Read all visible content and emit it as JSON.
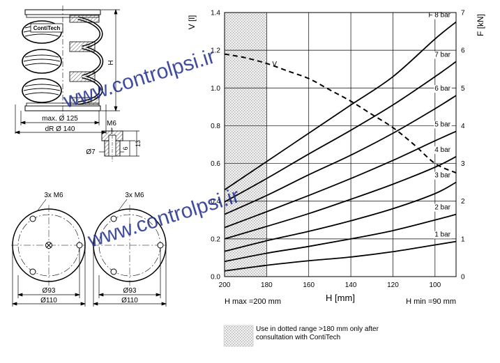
{
  "watermark": "www.controlpsi.ir",
  "drawing": {
    "brand": "ContiTech",
    "height_label": "H",
    "dim_max_label": "max. Ø 125",
    "dim_dr_label": "dR Ø 140",
    "thread_label": "M6",
    "pin_dia_label": "Ø7",
    "dim_small_6": "6",
    "dim_small_13": "13",
    "bolt_label_left": "3x M6",
    "bolt_label_right": "3x M6",
    "dim_93_left": "Ø93",
    "dim_110_left": "Ø110",
    "dim_93_right": "Ø93",
    "dim_110_right": "Ø110"
  },
  "legend_note": "Use in dotted range >180 mm only after consultation with ContiTech",
  "chart_data": {
    "type": "line",
    "xlabel": "H [mm]",
    "ylabel": "V [l]",
    "y2label": "F [kN]",
    "xlim": [
      200,
      90
    ],
    "ylim": [
      0,
      1.4
    ],
    "y2lim": [
      0,
      7
    ],
    "x_ticks": [
      200,
      180,
      160,
      140,
      120,
      100
    ],
    "y_ticks": [
      "0.0",
      "0.2",
      "0.4",
      "0.6",
      "0.8",
      "1.0",
      "1.2",
      "1.4"
    ],
    "y2_ticks": [
      "0",
      "1",
      "2",
      "3",
      "4",
      "5",
      "6",
      "7"
    ],
    "h_max_label": "H max =200 mm",
    "h_min_label": "H min =90 mm",
    "dotted_range": [
      200,
      180
    ],
    "grid": true,
    "volume_series": {
      "name": "V",
      "axis": "left",
      "dashed": true,
      "x": [
        200,
        190,
        180,
        170,
        160,
        150,
        140,
        130,
        120,
        110,
        100,
        90
      ],
      "y": [
        1.18,
        1.16,
        1.13,
        1.09,
        1.05,
        0.99,
        0.93,
        0.86,
        0.79,
        0.7,
        0.6,
        0.55
      ]
    },
    "force_series": [
      {
        "name": "1 bar",
        "x": [
          200,
          180,
          160,
          140,
          120,
          100,
          90
        ],
        "y": [
          0.15,
          0.3,
          0.42,
          0.52,
          0.66,
          0.84,
          0.93
        ]
      },
      {
        "name": "2 bar",
        "x": [
          200,
          180,
          160,
          140,
          120,
          100,
          90
        ],
        "y": [
          0.4,
          0.62,
          0.8,
          1,
          1.22,
          1.5,
          1.65
        ]
      },
      {
        "name": "3 bar",
        "x": [
          200,
          180,
          160,
          140,
          120,
          100,
          90
        ],
        "y": [
          0.67,
          0.95,
          1.2,
          1.48,
          1.8,
          2.2,
          2.5
        ]
      },
      {
        "name": "4 bar",
        "x": [
          200,
          180,
          160,
          140,
          120,
          100,
          90
        ],
        "y": [
          1,
          1.33,
          1.67,
          2.05,
          2.45,
          2.9,
          3.18
        ]
      },
      {
        "name": "5 bar",
        "x": [
          200,
          180,
          160,
          140,
          120,
          100,
          90
        ],
        "y": [
          1.3,
          1.72,
          2.15,
          2.6,
          3.08,
          3.6,
          3.85
        ]
      },
      {
        "name": "6 bar",
        "x": [
          200,
          180,
          160,
          140,
          120,
          100,
          90
        ],
        "y": [
          1.65,
          2.15,
          2.7,
          3.22,
          3.8,
          4.45,
          4.8
        ]
      },
      {
        "name": "7 bar",
        "x": [
          200,
          180,
          160,
          140,
          120,
          100,
          90
        ],
        "y": [
          1.98,
          2.6,
          3.25,
          3.88,
          4.55,
          5.3,
          5.7
        ]
      },
      {
        "name": "8 bar",
        "x": [
          200,
          180,
          160,
          140,
          120,
          100,
          90
        ],
        "y": [
          2.3,
          3.05,
          3.8,
          4.55,
          5.3,
          6.3,
          6.75
        ]
      }
    ]
  }
}
